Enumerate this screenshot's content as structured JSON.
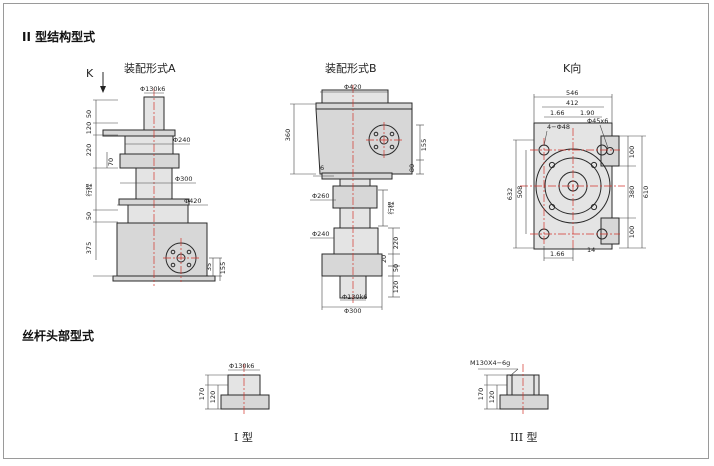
{
  "headings": {
    "structure": "II 型结构型式",
    "screw_head": "丝杆头部型式"
  },
  "views": {
    "a_title": "装配形式A",
    "b_title": "装配形式B",
    "k_title": "K向",
    "k_arrow": "K"
  },
  "dims_a": {
    "d_top": "Φ130k6",
    "d_240": "Φ240",
    "d_300": "Φ300",
    "d_420": "Φ420",
    "v50": "50",
    "v120": "120",
    "v220": "220",
    "v70": "70",
    "stroke": "行程",
    "v50b": "50",
    "v375": "375",
    "v35": "35",
    "v155": "155"
  },
  "dims_b": {
    "d_420": "Φ420",
    "v360": "360",
    "v155": "155",
    "v80": "80",
    "v6": "6",
    "d_260": "Φ260",
    "stroke": "行程",
    "d_240": "Φ240",
    "v220": "220",
    "v20": "20",
    "v50": "50",
    "v120": "120",
    "d_130": "Φ130k6",
    "d_300": "Φ300"
  },
  "dims_k": {
    "w546": "546",
    "w412": "412",
    "w166": "1.66",
    "w190": "1.90",
    "holes": "4−Φ48",
    "key": "Φ45x6",
    "h632": "632",
    "h508": "508",
    "h100": "100",
    "h380": "380",
    "h610": "610",
    "h100b": "100",
    "b14": "14",
    "b166": "1.66"
  },
  "head_i": {
    "d": "Φ130k6",
    "h170": "170",
    "h120": "120",
    "label": "I 型"
  },
  "head_iii": {
    "thread": "M130X4−6g",
    "h170": "170",
    "h120": "120",
    "label": "III 型"
  }
}
